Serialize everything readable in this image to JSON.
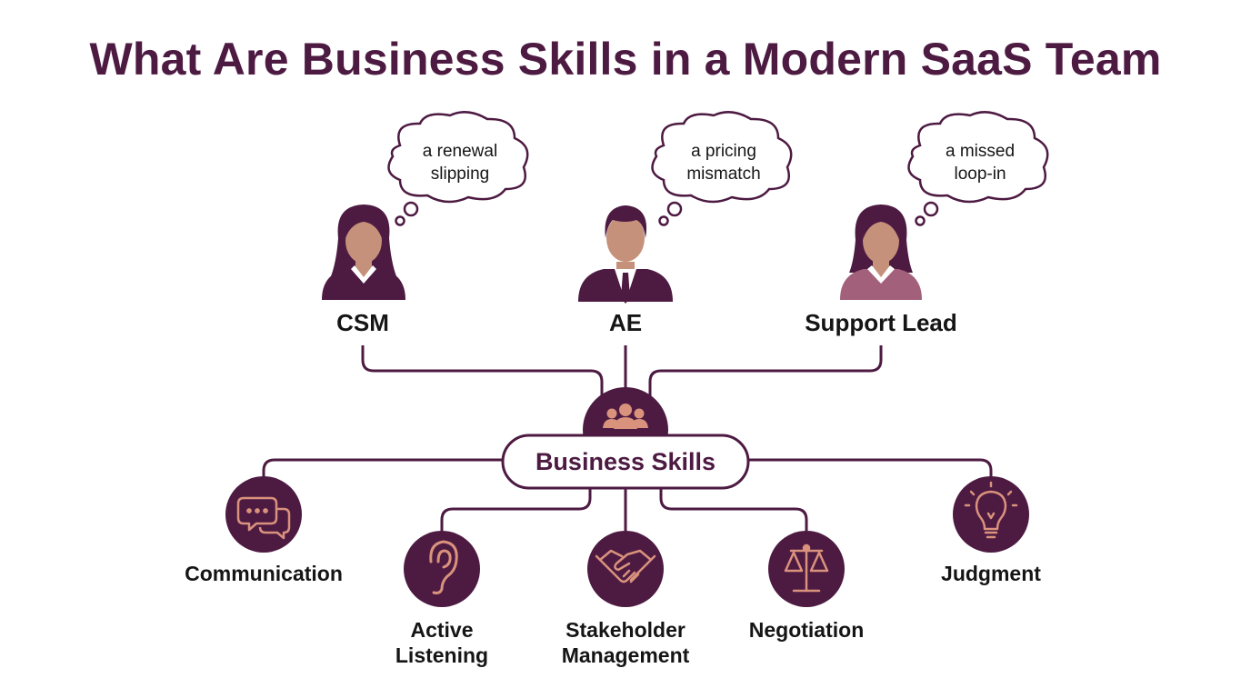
{
  "title": "What Are Business Skills in a Modern SaaS Team",
  "colors": {
    "primary": "#4d1a42",
    "accent": "#d9927c",
    "skin": "#c6917a",
    "support_jacket": "#a2607a"
  },
  "roles": [
    {
      "label": "CSM",
      "thought_line1": "a renewal",
      "thought_line2": "slipping",
      "icon": "woman-avatar-icon"
    },
    {
      "label": "AE",
      "thought_line1": "a pricing",
      "thought_line2": "mismatch",
      "icon": "man-avatar-icon"
    },
    {
      "label": "Support Lead",
      "thought_line1": "a missed",
      "thought_line2": "loop-in",
      "icon": "woman-avatar-icon"
    }
  ],
  "hub": {
    "label": "Business Skills",
    "icon": "team-icon"
  },
  "skills": [
    {
      "label_line1": "Communication",
      "label_line2": "",
      "icon": "chat-bubbles-icon"
    },
    {
      "label_line1": "Active",
      "label_line2": "Listening",
      "icon": "ear-icon"
    },
    {
      "label_line1": "Stakeholder",
      "label_line2": "Management",
      "icon": "handshake-icon"
    },
    {
      "label_line1": "Negotiation",
      "label_line2": "",
      "icon": "scales-icon"
    },
    {
      "label_line1": "Judgment",
      "label_line2": "",
      "icon": "lightbulb-icon"
    }
  ]
}
